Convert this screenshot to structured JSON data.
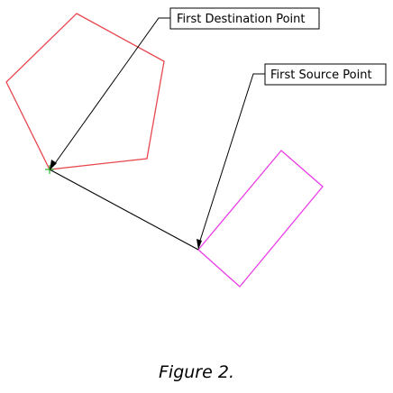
{
  "labels": {
    "destination": "First Destination Point",
    "source": "First Source Point"
  },
  "caption": "Figure 2.",
  "colors": {
    "pentagon": "#e8474f",
    "rectangle": "#ea3de6",
    "leader": "#000000",
    "marker": "#2bb52b"
  }
}
